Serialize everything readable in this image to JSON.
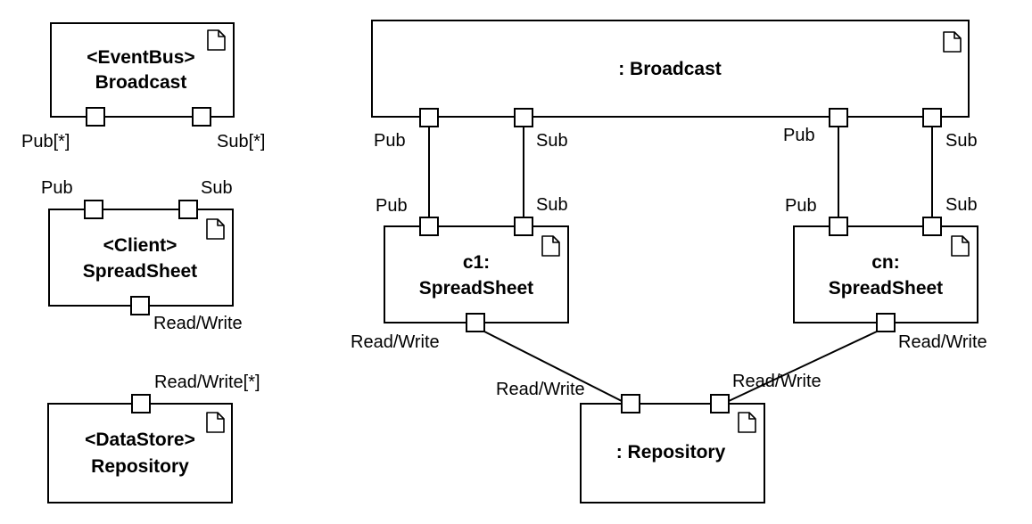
{
  "legend": {
    "broadcast_type": {
      "stereotype": "<EventBus>",
      "name": "Broadcast",
      "port_pub": "Pub[*]",
      "port_sub": "Sub[*]"
    },
    "spreadsheet_type": {
      "stereotype": "<Client>",
      "name": "SpreadSheet",
      "port_pub": "Pub",
      "port_sub": "Sub",
      "port_rw": "Read/Write"
    },
    "repository_type": {
      "stereotype": "<DataStore>",
      "name": "Repository",
      "port_rw": "Read/Write[*]"
    }
  },
  "instances": {
    "broadcast": {
      "title": ": Broadcast",
      "port_labels": [
        "Pub",
        "Sub",
        "Pub",
        "Sub"
      ]
    },
    "c1": {
      "line1": "c1:",
      "line2": "SpreadSheet",
      "port_pub": "Pub",
      "port_sub": "Sub",
      "port_rw": "Read/Write"
    },
    "cn": {
      "line1": "cn:",
      "line2": "SpreadSheet",
      "port_pub": "Pub",
      "port_sub": "Sub",
      "port_rw": "Read/Write"
    },
    "repository": {
      "title": ": Repository",
      "port_left": "Read/Write",
      "port_right": "Read/Write"
    }
  },
  "icons": {
    "component": "document-icon"
  }
}
